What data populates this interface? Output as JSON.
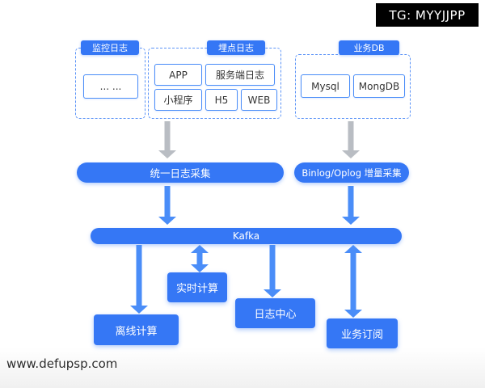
{
  "overlay": {
    "tg": "TG: MYYJJPP",
    "site": "www.defupsp.com"
  },
  "groups": {
    "monitor": {
      "label": "监控日志",
      "placeholder_item": "... ..."
    },
    "tracking": {
      "label": "埋点日志",
      "items": {
        "app": "APP",
        "server_log": "服务端日志",
        "mini_program": "小程序",
        "h5": "H5",
        "web": "WEB"
      }
    },
    "db": {
      "label": "业务DB",
      "items": {
        "mysql": "Mysql",
        "mongdb": "MongDB"
      }
    }
  },
  "collectors": {
    "unified": "统一日志采集",
    "binlog": "Binlog/Oplog 增量采集"
  },
  "bus": {
    "kafka": "Kafka"
  },
  "consumers": {
    "realtime": "实时计算",
    "offline": "离线计算",
    "log_center": "日志中心",
    "subscribe": "业务订阅"
  }
}
